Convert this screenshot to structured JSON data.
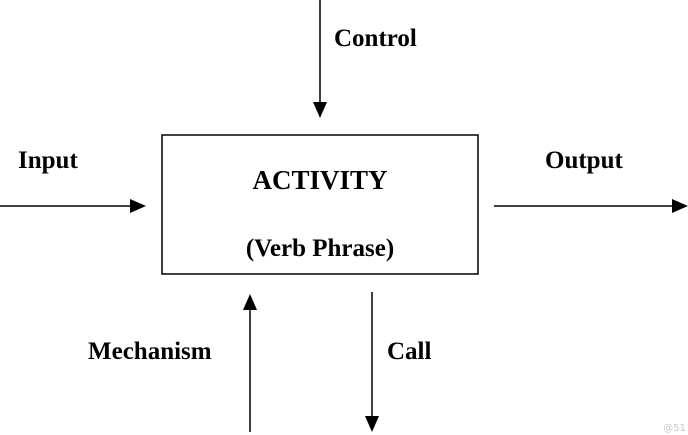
{
  "diagram": {
    "nodes": {
      "activity": {
        "title": "ACTIVITY",
        "subtitle": "(Verb Phrase)"
      }
    },
    "edges": {
      "control": {
        "label": "Control",
        "direction": "into-top"
      },
      "input": {
        "label": "Input",
        "direction": "into-left"
      },
      "output": {
        "label": "Output",
        "direction": "out-of-right"
      },
      "mechanism": {
        "label": "Mechanism",
        "direction": "into-bottom"
      },
      "call": {
        "label": "Call",
        "direction": "out-of-bottom"
      }
    }
  },
  "watermark": "@51",
  "colors": {
    "stroke": "#000000",
    "background": "#ffffff",
    "watermark": "#c8c8c8"
  }
}
